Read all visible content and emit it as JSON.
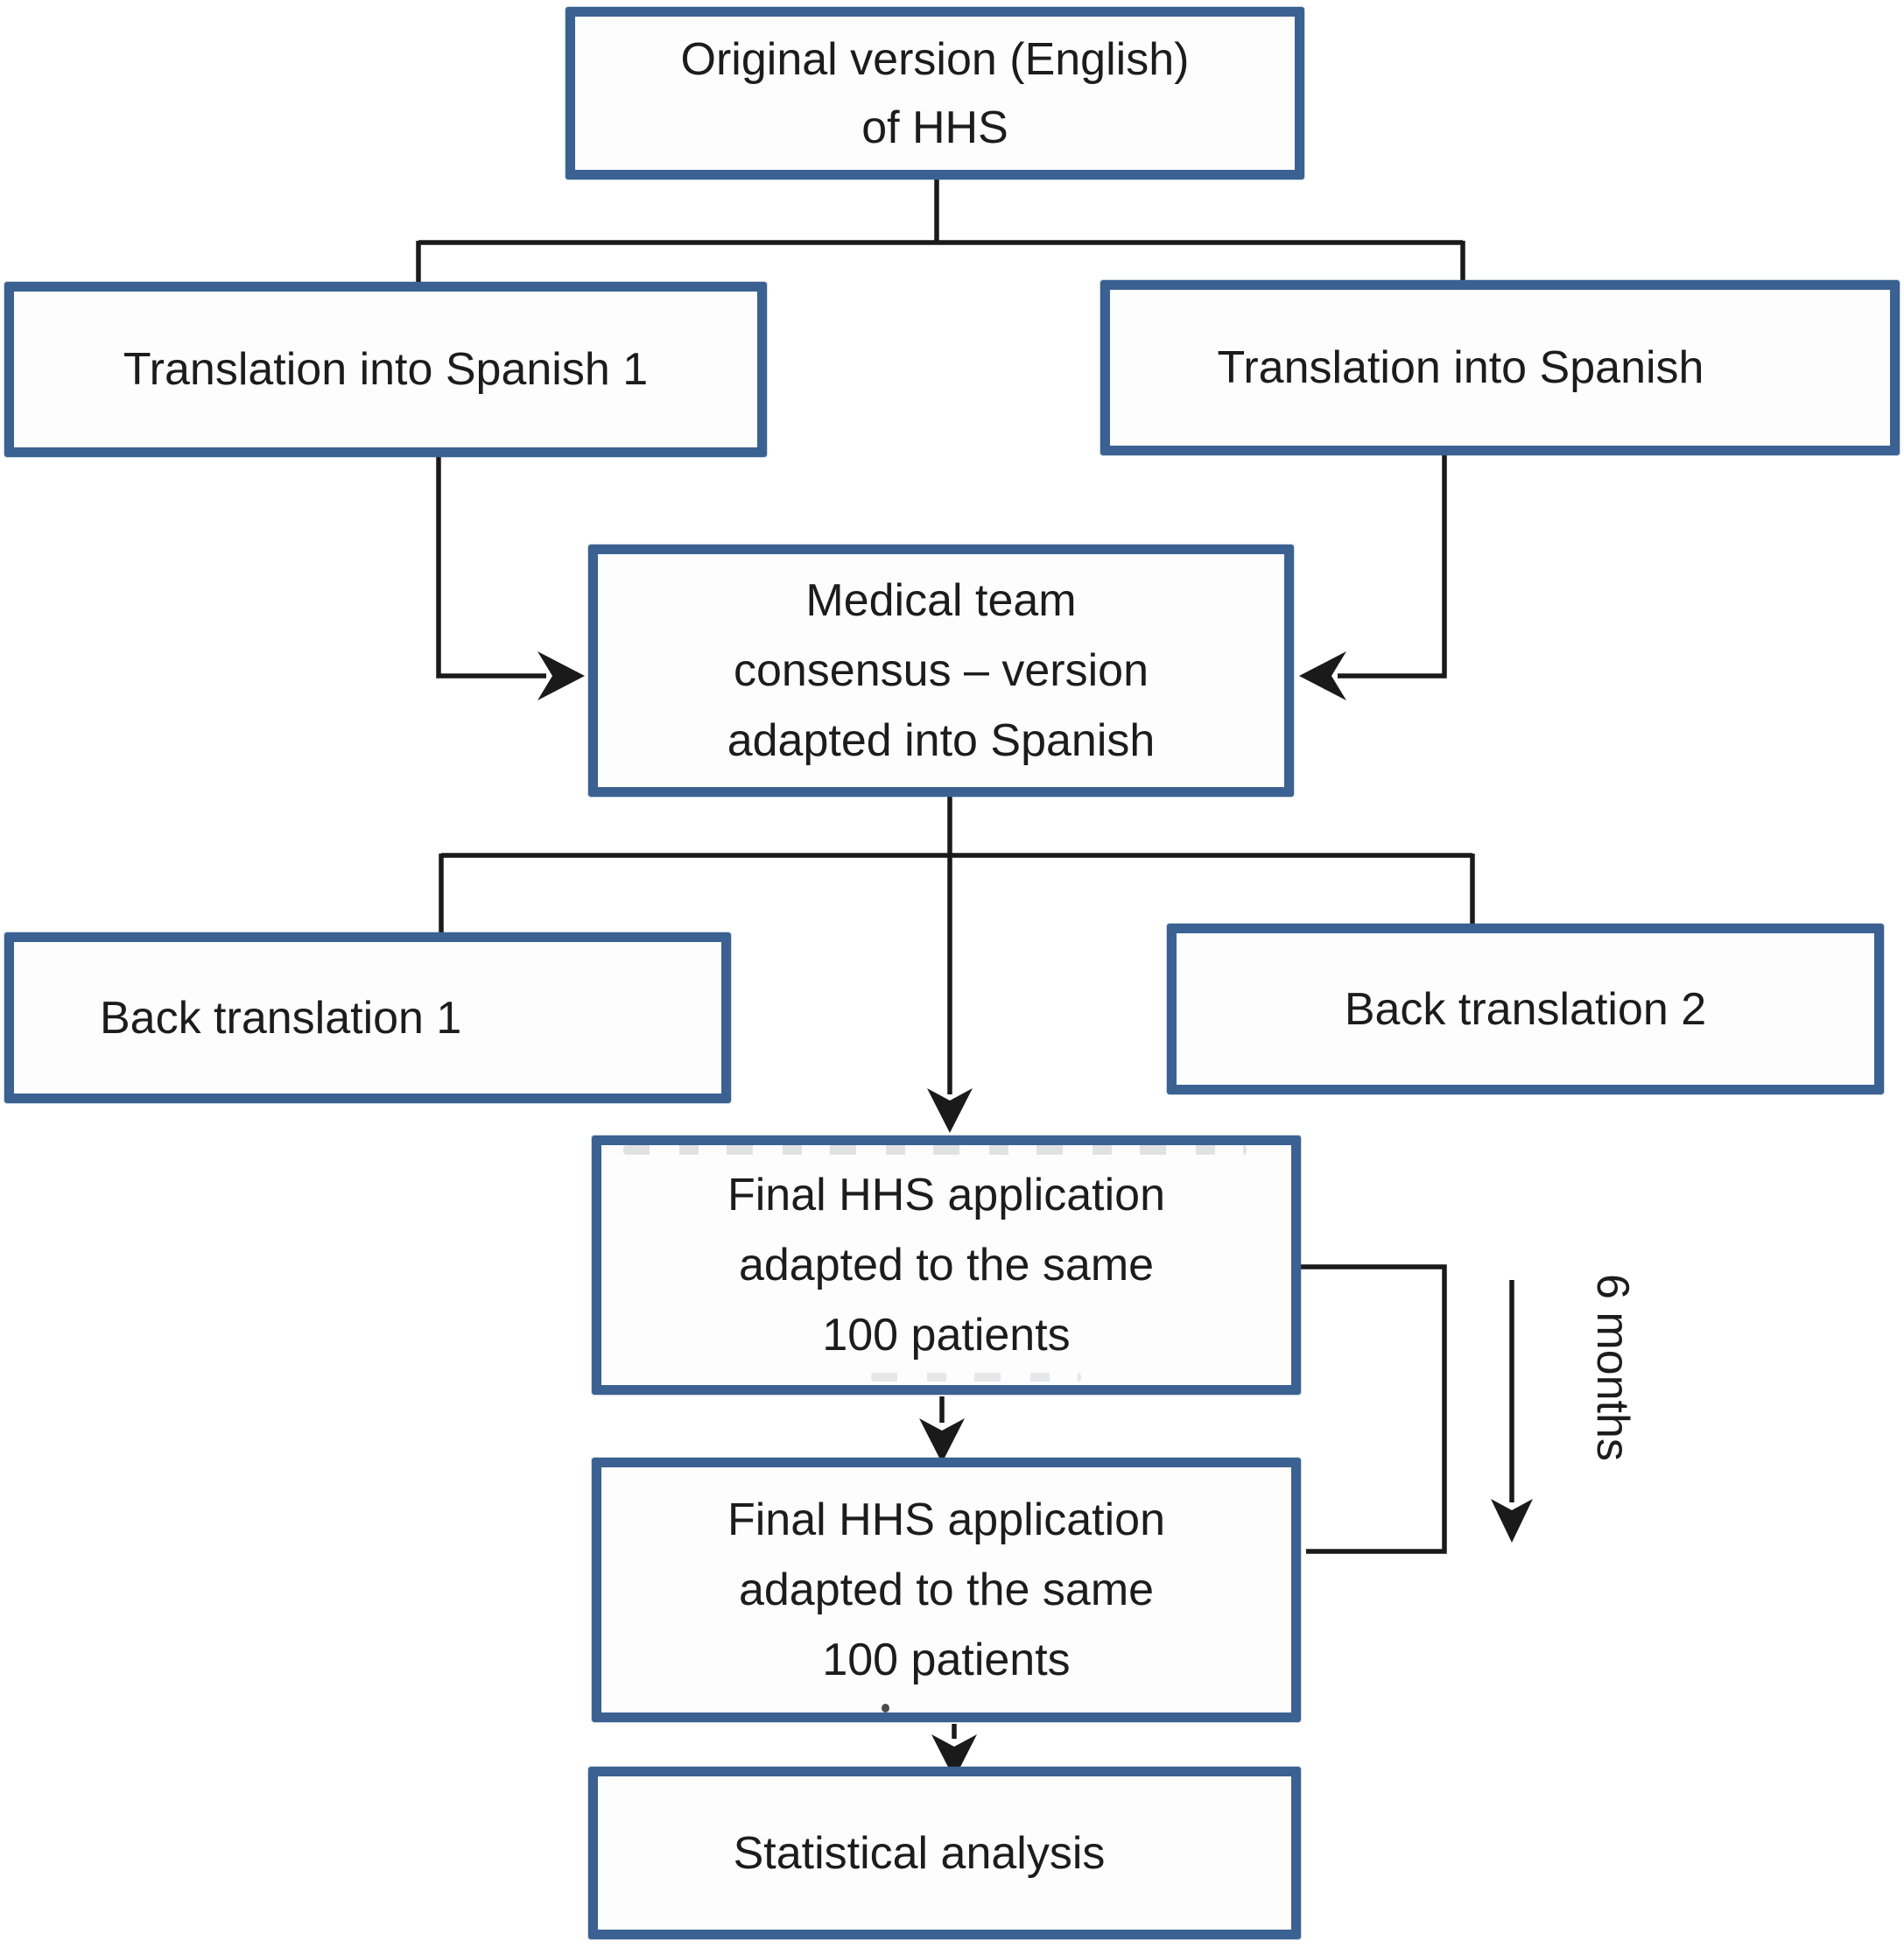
{
  "flowchart": {
    "colors": {
      "box_border": "#3a6191",
      "box_fill": "#fdfdfd",
      "connector": "#1a1a1a",
      "background": "#ffffff",
      "text": "#1c1c1c"
    },
    "boxes": {
      "original": {
        "lines": [
          "Original version (English)",
          "of HHS"
        ]
      },
      "translation1": {
        "lines": [
          "Translation into Spanish 1"
        ]
      },
      "translation2": {
        "lines": [
          "Translation into Spanish"
        ]
      },
      "consensus": {
        "lines": [
          "Medical team",
          "consensus – version",
          "adapted into Spanish"
        ]
      },
      "back1": {
        "lines": [
          "Back translation 1"
        ]
      },
      "back2": {
        "lines": [
          "Back translation 2"
        ]
      },
      "final1": {
        "lines": [
          "Final HHS application",
          "adapted to the same",
          "100 patients"
        ]
      },
      "final2": {
        "lines": [
          "Final HHS application",
          "adapted to the same",
          "100 patients"
        ]
      },
      "stats": {
        "lines": [
          "Statistical analysis"
        ]
      }
    },
    "annotations": {
      "duration_label": "6 months"
    }
  }
}
